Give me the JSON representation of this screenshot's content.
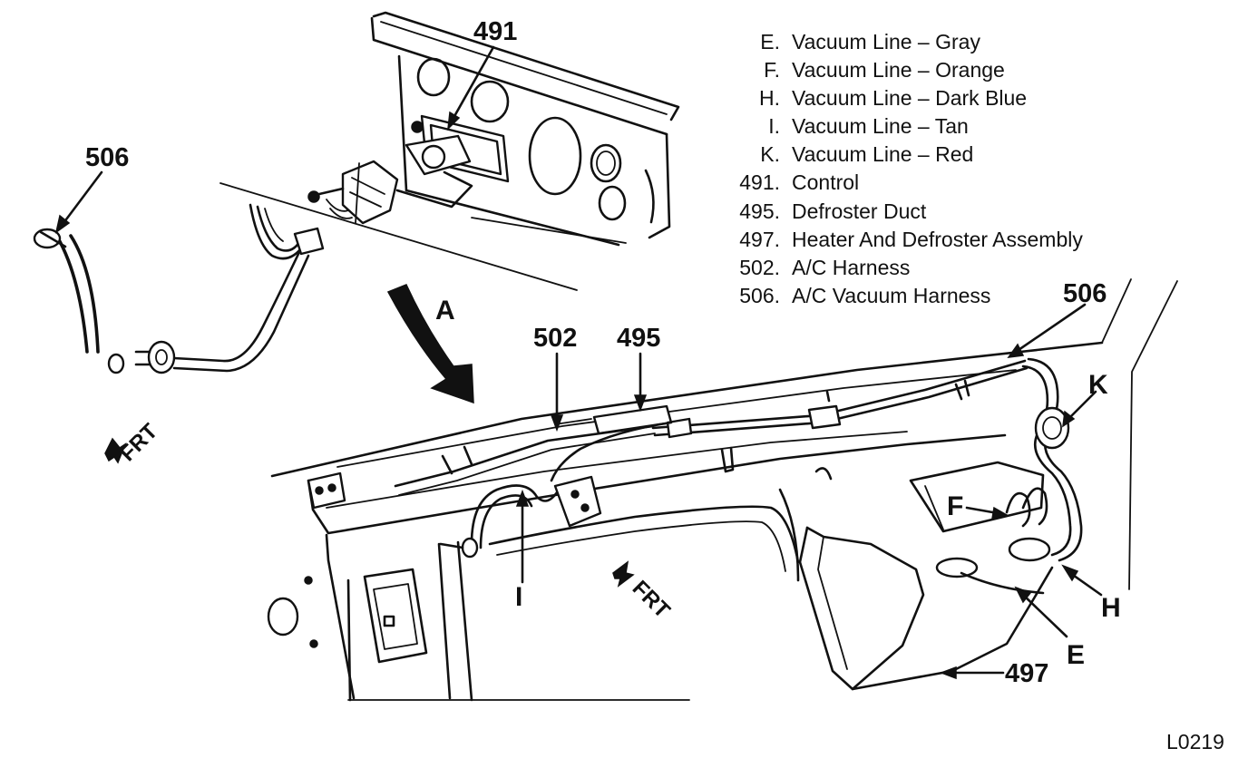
{
  "legend": [
    {
      "key": "E.",
      "text": "Vacuum Line – Gray"
    },
    {
      "key": "F.",
      "text": "Vacuum Line – Orange"
    },
    {
      "key": "H.",
      "text": "Vacuum Line – Dark Blue"
    },
    {
      "key": "I.",
      "text": "Vacuum Line – Tan"
    },
    {
      "key": "K.",
      "text": "Vacuum Line – Red"
    },
    {
      "key": "491.",
      "text": "Control"
    },
    {
      "key": "495.",
      "text": "Defroster Duct"
    },
    {
      "key": "497.",
      "text": "Heater And Defroster Assembly"
    },
    {
      "key": "502.",
      "text": "A/C Harness"
    },
    {
      "key": "506.",
      "text": "A/C Vacuum Harness"
    }
  ],
  "callouts": {
    "c491": "491",
    "c506_left": "506",
    "c506_right": "506",
    "c502": "502",
    "c495": "495",
    "c497": "497",
    "view_a": "A",
    "line_e": "E",
    "line_f": "F",
    "line_h": "H",
    "line_i": "I",
    "line_k": "K"
  },
  "frt_labels": {
    "left": "FRT",
    "center": "FRT"
  },
  "figure_id": "L0219"
}
